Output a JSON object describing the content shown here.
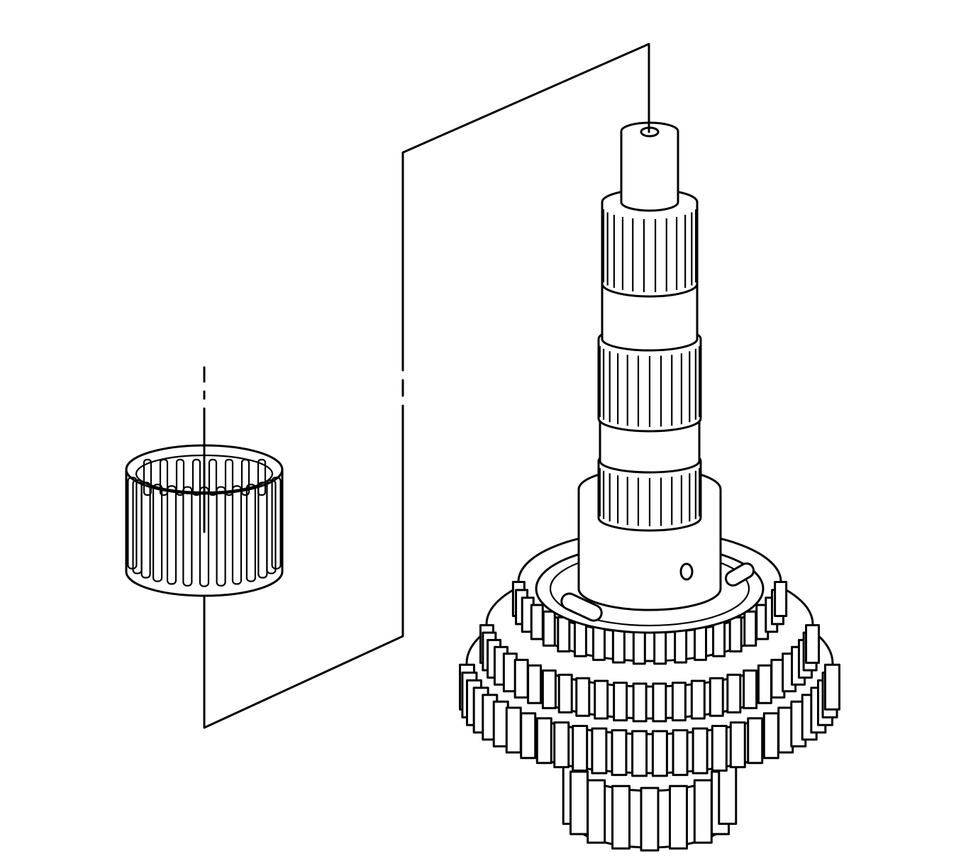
{
  "diagram": {
    "colors": {
      "line": "#000000",
      "background": "#ffffff"
    },
    "components": [
      "needle-bearing",
      "mainshaft-with-gears",
      "assembly-leader-line"
    ]
  }
}
